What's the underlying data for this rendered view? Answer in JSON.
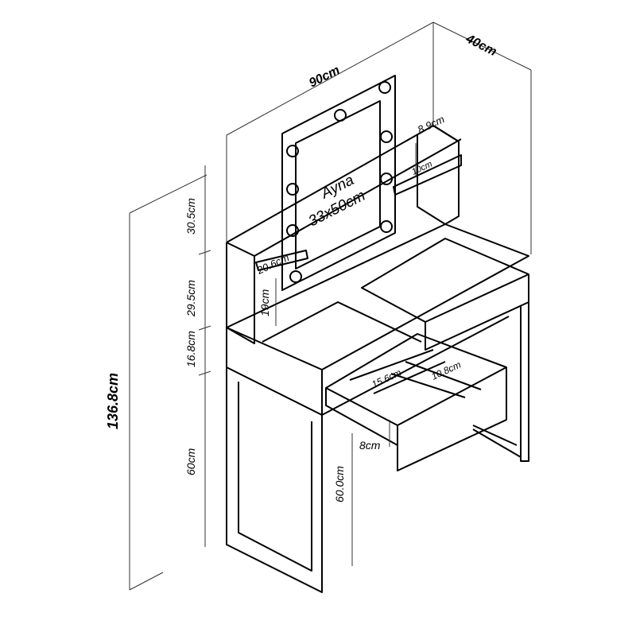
{
  "dimensions": {
    "width": "90cm",
    "depth": "40cm",
    "total_height": "136.8cm",
    "mirror_name": "Ayna",
    "mirror_size": "33x50cm",
    "upper_section_height": "30.5cm",
    "middle_section_height": "29.5cm",
    "left_shelf_clearance": "19cm",
    "left_shelf_depth": "20.6cm",
    "right_shelf_clearance": "10cm",
    "right_shelf_depth": "8.9cm",
    "top_box_height": "16.8cm",
    "leg_height": "60cm",
    "table_height": "60.0cm",
    "drawer_depth": "8cm",
    "drawer_compartment_a": "15.6cm",
    "drawer_compartment_b": "10.8cm"
  },
  "colors": {
    "stroke": "#000000",
    "dimension_line": "#333333",
    "background": "#ffffff"
  }
}
